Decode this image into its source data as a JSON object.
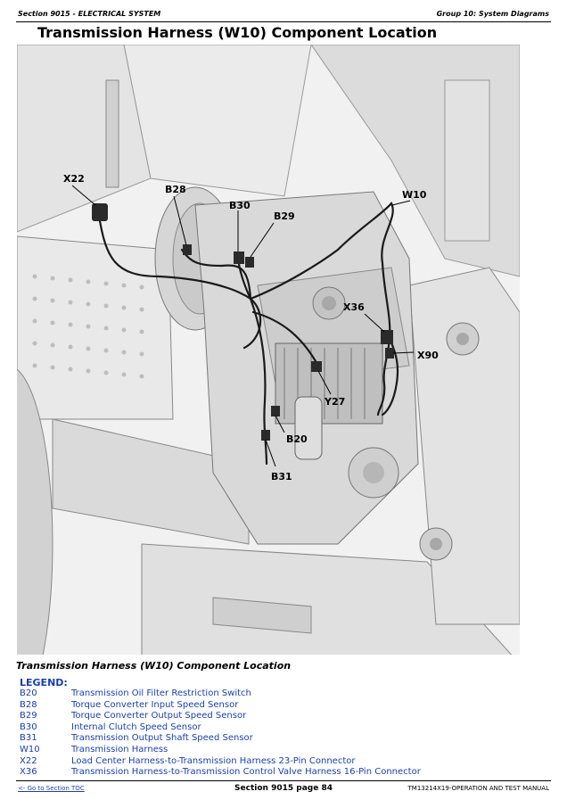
{
  "header": {
    "section": "Section 9015 - ELECTRICAL SYSTEM",
    "group": "Group 10: System Diagrams"
  },
  "title": "Transmission Harness (W10) Component Location",
  "figure": {
    "callouts": {
      "x22": "X22",
      "b28": "B28",
      "b30": "B30",
      "b29": "B29",
      "w10": "W10",
      "x36": "X36",
      "x90": "X90",
      "y27": "Y27",
      "b20": "B20",
      "b31": "B31"
    }
  },
  "caption": "Transmission Harness (W10) Component Location",
  "legend": {
    "heading": "LEGEND:",
    "items": [
      {
        "code": "B20",
        "desc": "Transmission Oil Filter Restriction Switch"
      },
      {
        "code": "B28",
        "desc": "Torque Converter Input Speed Sensor"
      },
      {
        "code": "B29",
        "desc": "Torque Converter Output Speed Sensor"
      },
      {
        "code": "B30",
        "desc": "Internal Clutch Speed Sensor"
      },
      {
        "code": "B31",
        "desc": "Transmission Output Shaft Speed Sensor"
      },
      {
        "code": "W10",
        "desc": "Transmission Harness"
      },
      {
        "code": "X22",
        "desc": "Load Center Harness-to-Transmission Harness 23-Pin Connector"
      },
      {
        "code": "X36",
        "desc": "Transmission Harness-to-Transmission Control Valve Harness 16-Pin Connector"
      }
    ]
  },
  "footer": {
    "toc_link": "<- Go to Section TOC",
    "page": "Section 9015 page 84",
    "manual": "TM13214X19-OPERATION AND TEST MANUAL"
  }
}
